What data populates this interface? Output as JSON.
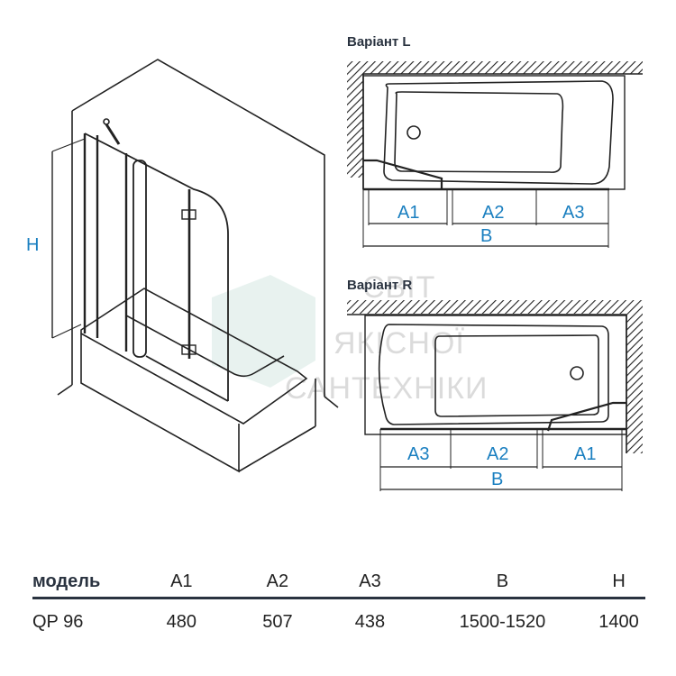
{
  "watermark": {
    "line1": "СВІТ",
    "line2": "ЯКІСНОЇ",
    "line3": "САНТЕХНІКИ"
  },
  "iso_view": {
    "height_label": "H"
  },
  "variant_l": {
    "title": "Варіант L",
    "labels": [
      "A1",
      "A2",
      "A3"
    ],
    "total_label": "B"
  },
  "variant_r": {
    "title": "Варіант R",
    "labels": [
      "A3",
      "A2",
      "A1"
    ],
    "total_label": "B"
  },
  "colors": {
    "label_blue": "#1a7fc0",
    "line": "#222222"
  },
  "table": {
    "headers": [
      "модель",
      "A1",
      "A2",
      "A3",
      "B",
      "H"
    ],
    "rows": [
      [
        "QP 96",
        "480",
        "507",
        "438",
        "1500-1520",
        "1400"
      ]
    ]
  }
}
